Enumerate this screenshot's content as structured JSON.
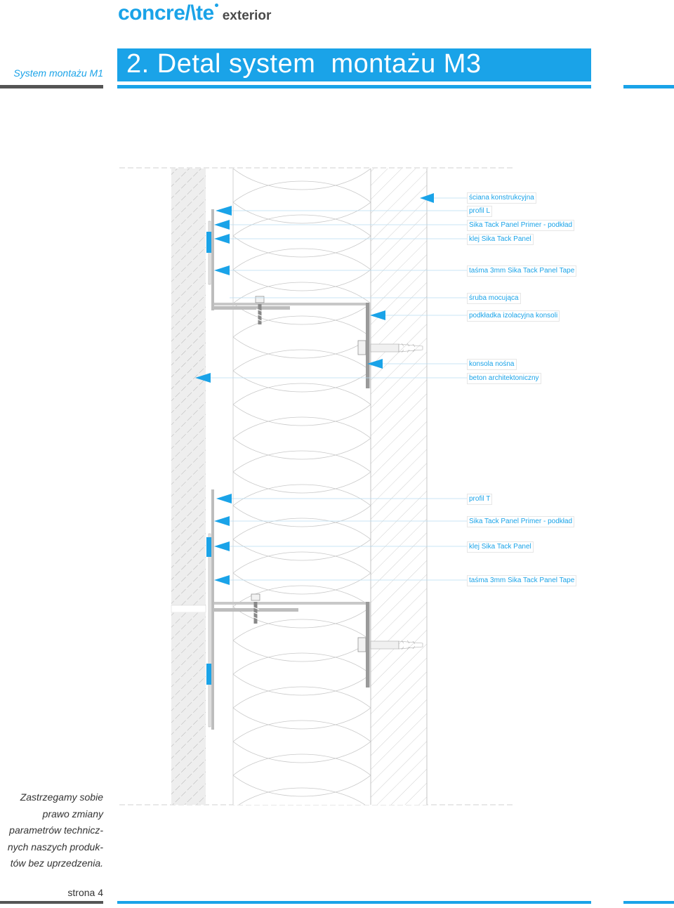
{
  "brand": {
    "logo_main": "concre/\\te",
    "logo_sub": "exterior",
    "accent_color": "#1aa3e8"
  },
  "header": {
    "side_title": "System montażu M1",
    "title": "2. Detal system  montażu M3"
  },
  "labels": {
    "wall": "ściana konstrukcyjna",
    "profile_l": "profil L",
    "primer_1": "Sika Tack Panel Primer - podkład",
    "glue_1": "klej Sika Tack Panel",
    "tape_1": "taśma 3mm Sika Tack Panel Tape",
    "screw": "śruba mocująca",
    "washer": "podkładka izolacyjna konsoli",
    "bracket": "konsola nośna",
    "concrete": "beton architektoniczny",
    "profile_t": "profil T",
    "primer_2": "Sika Tack Panel Primer - podkład",
    "glue_2": "klej Sika Tack Panel",
    "tape_2": "taśma 3mm Sika Tack Panel Tape"
  },
  "footer": {
    "disclaimer_lines": [
      "Zastrzegamy sobie",
      "prawo zmiany",
      "parametrów technicz-",
      "nych naszych produk-",
      "tów bez uprzedzenia."
    ],
    "page": "strona 4"
  }
}
